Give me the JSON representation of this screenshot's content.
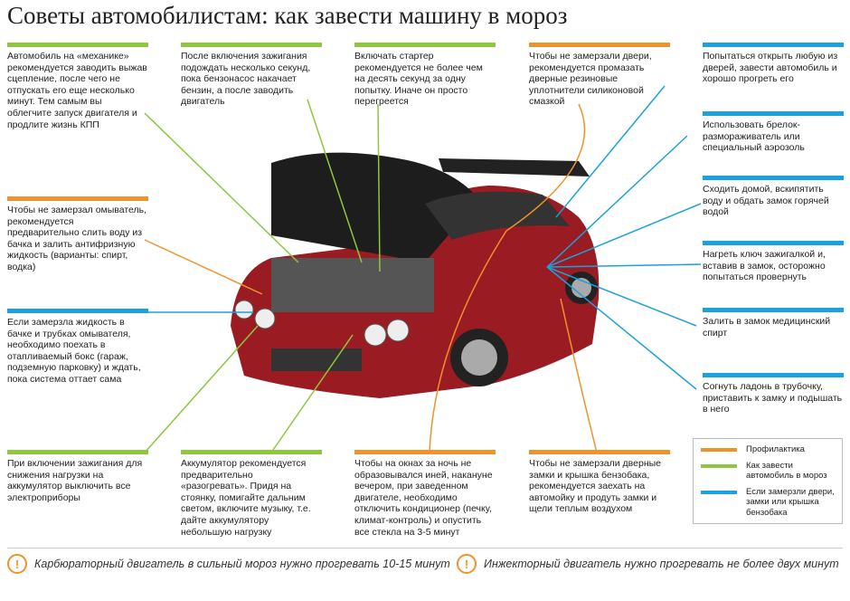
{
  "title": "Советы автомобилистам: как завести машину в мороз",
  "tips": [
    "Автомобиль на «механике» рекомендуется заводить выжав сцепление, после чего не отпускать его еще несколько минут. Тем самым вы облегчите запуск двигателя и продлите жизнь КПП",
    "После включения зажигания подождать несколько секунд, пока бензонасос накачает бензин, а после заводить двигатель",
    "Включать стартер рекомендуется не более чем на десять секунд за одну попытку. Иначе он просто перегреется",
    "Чтобы не замерзали двери, рекомендуется промазать дверные резиновые уплотнители силиконовой смазкой",
    "Попытаться открыть любую из дверей, завести автомобиль и хорошо прогреть его",
    "Использовать брелок-размораживатель или специальный аэрозоль",
    "Сходить домой, вскипятить воду и обдать замок горячей водой",
    "Нагреть ключ зажигалкой и, вставив в замок, осторожно попытаться провернуть",
    "Залить в замок медицинский спирт",
    "Согнуть ладонь в трубочку, приставить к замку и подышать в него",
    "Чтобы не замерзал омыватель, рекомендуется предварительно слить воду из бачка и залить антифризную жидкость (варианты: спирт, водка)",
    "Если замерзла жидкость в бачке и трубках омывателя, необходимо поехать в отапливаемый бокс (гараж, подземную парковку) и ждать, пока система оттает сама",
    "При включении зажигания для снижения нагрузки на аккумулятор выключить все электроприборы",
    "Аккумулятор рекомендуется предварительно «разогревать». Придя на стоянку, помигайте дальним светом, включите музыку, т.е. дайте аккумулятору небольшую нагрузку",
    "Чтобы на окнах за ночь не образовывался иней, накануне вечером, при заведенном двигателе, необходимо отключить кондиционер (печку, климат-контроль) и опустить все стекла на 3-5 минут",
    "Чтобы не замерзали дверные замки и крышка бензобака, рекомендуется заехать на автомойку и продуть замки и щели теплым воздухом"
  ],
  "legend": [
    "Профилактика",
    "Как завести автомобиль в мороз",
    "Если замерзли двери, замки или крышка бензобака"
  ],
  "footer": [
    "Карбюраторный двигатель в сильный мороз нужно прогревать 10-15 минут",
    "Инжекторный двигатель нужно прогревать не более двух минут"
  ],
  "colors": {
    "green": "#8dc63f",
    "orange": "#f0922b",
    "blue": "#1ba1dc"
  }
}
